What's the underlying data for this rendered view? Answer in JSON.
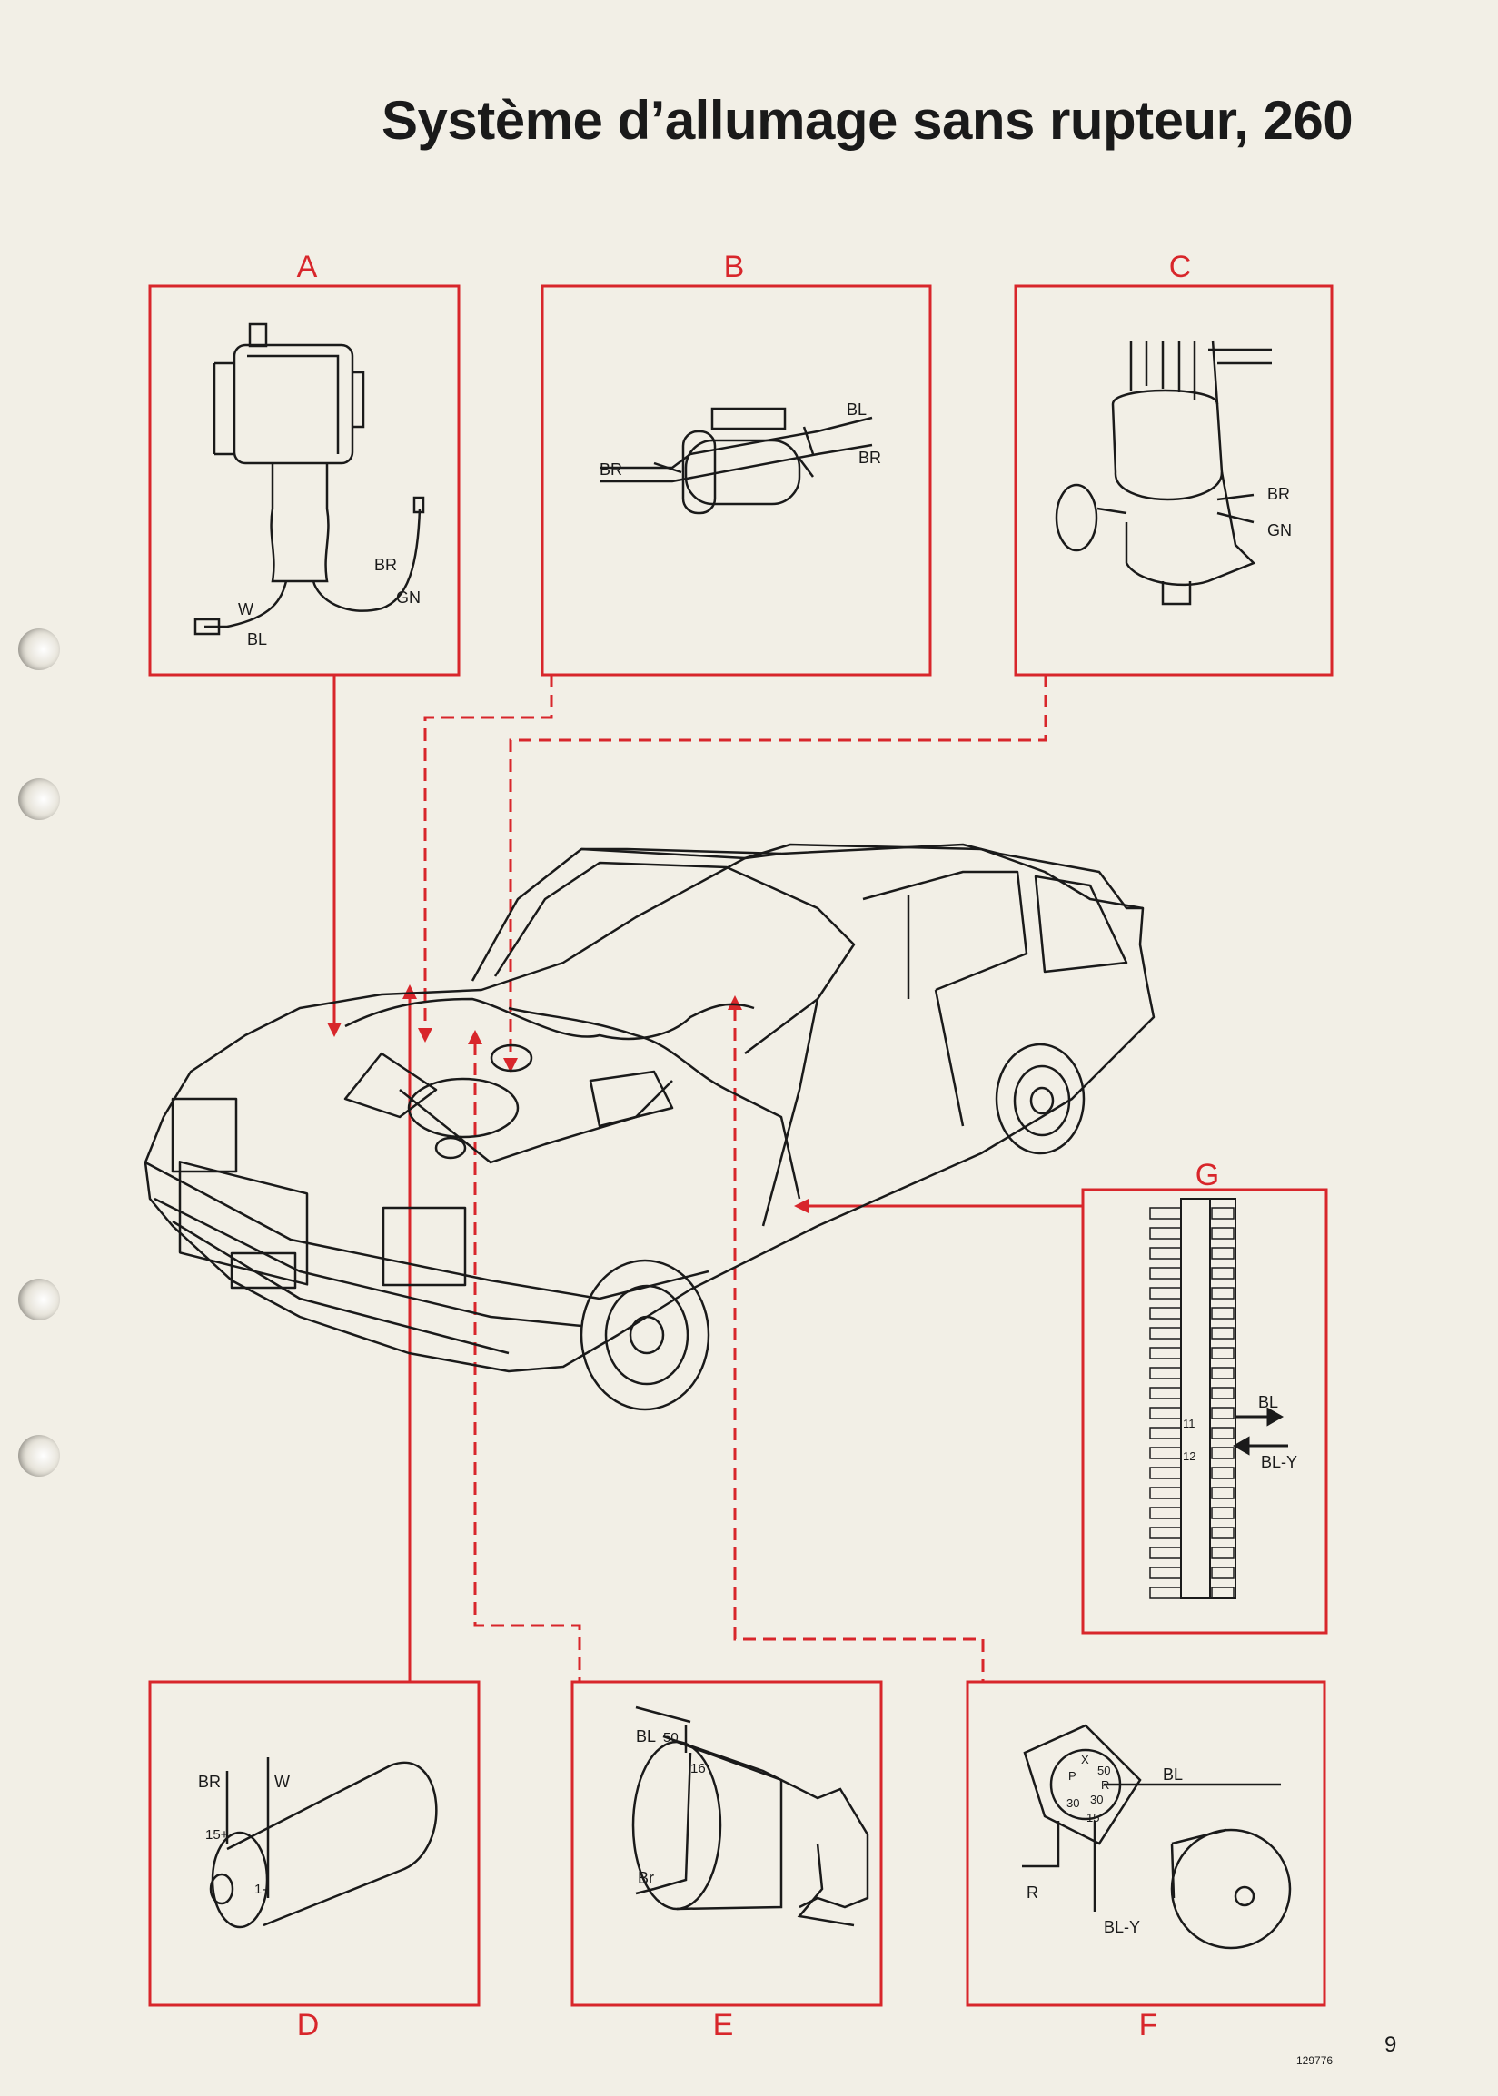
{
  "title": "Système d’allumage sans rupteur, 260",
  "page_number": "9",
  "figure_code": "129776",
  "accent_color": "#d8262b",
  "panels": {
    "A": {
      "label": "A",
      "wires": [
        "W",
        "BL",
        "BR",
        "GN"
      ]
    },
    "B": {
      "label": "B",
      "wires": [
        "BL",
        "BR",
        "BR"
      ]
    },
    "C": {
      "label": "C",
      "wires": [
        "BR",
        "GN"
      ]
    },
    "D": {
      "label": "D",
      "wires": [
        "BR",
        "W",
        "15+",
        "1-"
      ]
    },
    "E": {
      "label": "E",
      "wires": [
        "BL",
        "50",
        "16",
        "Br"
      ]
    },
    "F": {
      "label": "F",
      "wires": [
        "BL",
        "R",
        "BL-Y",
        "X",
        "50",
        "P",
        "R",
        "30",
        "30",
        "15"
      ]
    },
    "G": {
      "label": "G",
      "wires": [
        "BL",
        "BL-Y",
        "11",
        "12"
      ]
    }
  }
}
